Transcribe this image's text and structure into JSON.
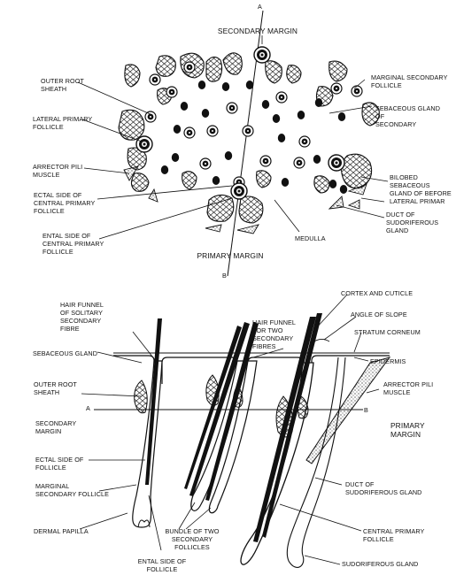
{
  "top_labels": {
    "a_top": "A",
    "secondary_margin": "SECONDARY MARGIN",
    "outer_root_sheath": "OUTER ROOT\nSHEATH",
    "marginal_secondary_follicle": "MARGINAL SECONDARY\nFOLLICLE",
    "lateral_primary_follicle": "LATERAL PRIMARY\nFOLLICLE",
    "sebaceous_gland_of_secondary": "SEBACEOUS GLAND\nOF\nSECONDARY",
    "arrector_pili_muscle": "ARRECTOR PILI\nMUSCLE",
    "bilobed_sebaceous_gland": "BILOBED\nSEBACEOUS\nGLAND OF BEFORE\nLATERAL PRIMAR",
    "ectal_side_central": "ECTAL SIDE OF\nCENTRAL PRIMARY\nFOLLICLE",
    "duct_of_sudoriferous_gland": "DUCT OF\nSUDORIFEROUS\nGLAND",
    "ental_side_central": "ENTAL SIDE OF\nCENTRAL PRIMARY\nFOLLICLE",
    "medulla": "MEDULLA",
    "primary_margin": "PRIMARY MARGIN",
    "b_top": "B"
  },
  "bottom_labels": {
    "cortex_and_cuticle": "CORTEX AND CUTICLE",
    "hair_funnel_solitary": "HAIR FUNNEL\nOF SOLITARY\nSECONDARY\nFIBRE",
    "hair_funnel_two": "HAIR FUNNEL\nFOR TWO\nSECONDARY\nFIBRES",
    "angle_of_slope": "ANGLE OF SLOPE",
    "stratum_corneum": "STRATUM CORNEUM",
    "sebaceous_gland": "SEBACEOUS GLAND",
    "epidermis": "EPIDERMIS",
    "outer_root_sheath": "OUTER ROOT\nSHEATH",
    "arrector_pili_muscle": "ARRECTOR PILI\nMUSCLE",
    "a_bottom": "A",
    "b_bottom": "B",
    "secondary_margin": "SECONDARY\nMARGIN",
    "primary_margin": "PRIMARY\nMARGIN",
    "ectal_side_of_follicle": "ECTAL SIDE OF\nFOLLICLE",
    "marginal_secondary_follicle": "MARGINAL\nSECONDARY FOLLICLE",
    "duct_of_sudoriferous_gland": "DUCT OF\nSUDORIFEROUS GLAND",
    "dermal_papilla": "DERMAL PAPILLA",
    "bundle_of_two": "BUNDLE OF TWO\nSECONDARY\nFOLLICLES",
    "central_primary_follicle": "CENTRAL PRIMARY\nFOLLICLE",
    "ental_side_of_follicle": "ENTAL SIDE OF\nFOLLICLE",
    "sudoriferous_gland": "SUDORIFEROUS GLAND"
  },
  "colors": {
    "ink": "#111111",
    "paper": "#ffffff"
  }
}
